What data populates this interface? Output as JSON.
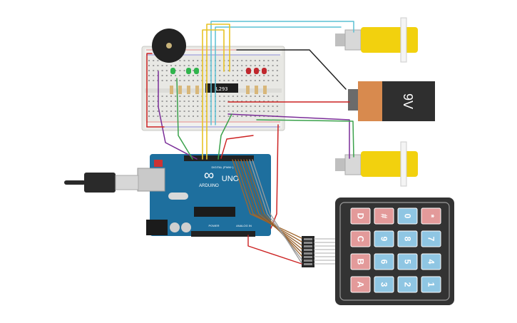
{
  "arduino": {
    "logo": "∞",
    "brand": "ARDUINO",
    "model": "UNO",
    "digital_label": "DIGITAL (PWM~)",
    "analog_label": "ANALOG IN",
    "power_label": "POWER"
  },
  "chip": {
    "label": "L293"
  },
  "battery": {
    "voltage": "9V"
  },
  "keypad": {
    "rows": [
      {
        "keys": [
          "1",
          "2",
          "3",
          "A"
        ]
      },
      {
        "keys": [
          "4",
          "5",
          "6",
          "B"
        ]
      },
      {
        "keys": [
          "7",
          "8",
          "9",
          "C"
        ]
      },
      {
        "keys": [
          "*",
          "0",
          "#",
          "D"
        ]
      }
    ],
    "colors": {
      "blue": "#8fc6e3",
      "red": "#e39a9a",
      "body": "#3a3a3a"
    }
  },
  "colors": {
    "board": "#1e6f9e",
    "breadboard": "#e9e9e6",
    "motor": "#f2d10e",
    "battery_orange": "#d88a4e",
    "battery_dark": "#2f2f2f"
  }
}
